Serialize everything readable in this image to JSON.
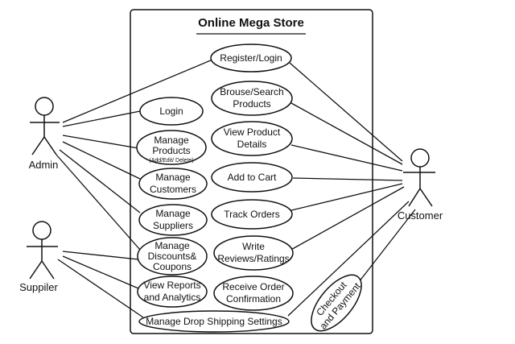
{
  "diagram": {
    "title": "Online Mega Store",
    "actors": {
      "admin": "Admin",
      "supplier": "Suppiler",
      "customer": "Customer"
    },
    "use_cases": {
      "register_login": [
        "Register/Login"
      ],
      "login": [
        "Login"
      ],
      "manage_products": [
        "Manage",
        "Products",
        "(Add/Edit/ Delete)"
      ],
      "manage_customers": [
        "Manage",
        "Customers"
      ],
      "manage_suppliers": [
        "Manage",
        "Suppliers"
      ],
      "manage_discounts": [
        "Manage",
        "Discounts&",
        "Coupons"
      ],
      "view_reports": [
        "View Reports",
        "and Analytics"
      ],
      "drop_shipping": [
        "Manage Drop Shipping Settings"
      ],
      "browse_search": [
        "Brouse/Search",
        "Products"
      ],
      "view_product_details": [
        "View Product",
        "Details"
      ],
      "add_to_cart": [
        "Add to Cart"
      ],
      "track_orders": [
        "Track Orders"
      ],
      "write_reviews": [
        "Write",
        "Reviews/Ratings"
      ],
      "receive_order": [
        "Receive Order",
        "Confirmation"
      ],
      "checkout_payment": [
        "Checkout",
        "and Payment"
      ]
    }
  }
}
